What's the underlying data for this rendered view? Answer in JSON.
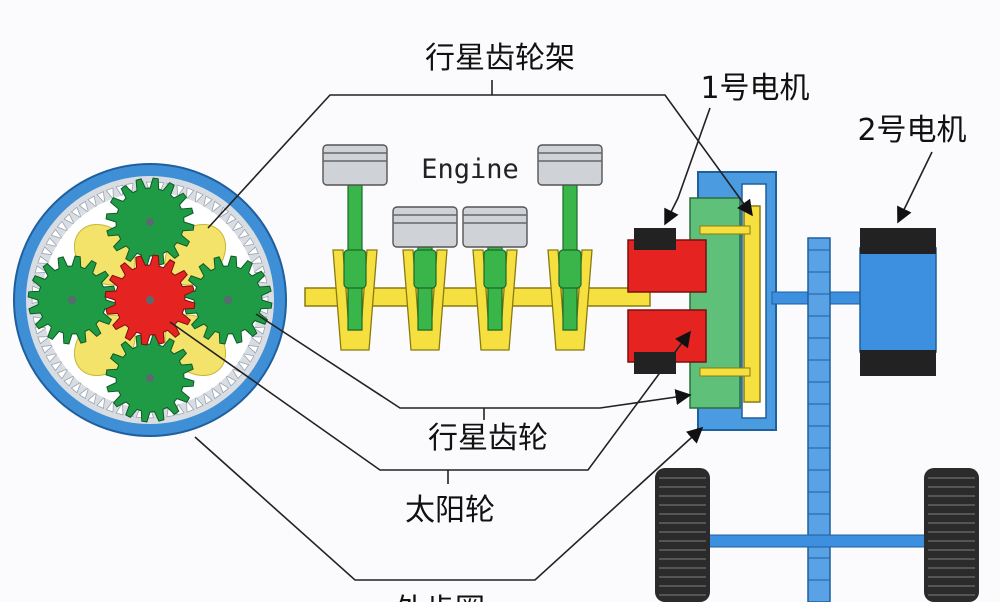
{
  "labels": {
    "carrier": "行星齿轮架",
    "motor1": "1号电机",
    "motor2": "2号电机",
    "engine": "Engine",
    "planet_gear": "行星齿轮",
    "sun_gear": "太阳轮",
    "ring_gear_partial": "外齿圈"
  },
  "colors": {
    "ring_blue": "#3f8fd6",
    "ring_tooth": "#d8dde3",
    "carrier_yellow": "#f3e36a",
    "planet_green": "#1f9a45",
    "sun_red": "#e52421",
    "stator_red": "#e52421",
    "motor_blue": "#3d8fe0",
    "shaft_yellow": "#f5e040",
    "piston_gray": "#cfd3d8",
    "rod_green": "#39b54a",
    "coil_black": "#222222",
    "tire_dark": "#2b2b2b"
  },
  "icons": {
    "pointer": "arrow-icon",
    "gear": "gear-icon"
  }
}
